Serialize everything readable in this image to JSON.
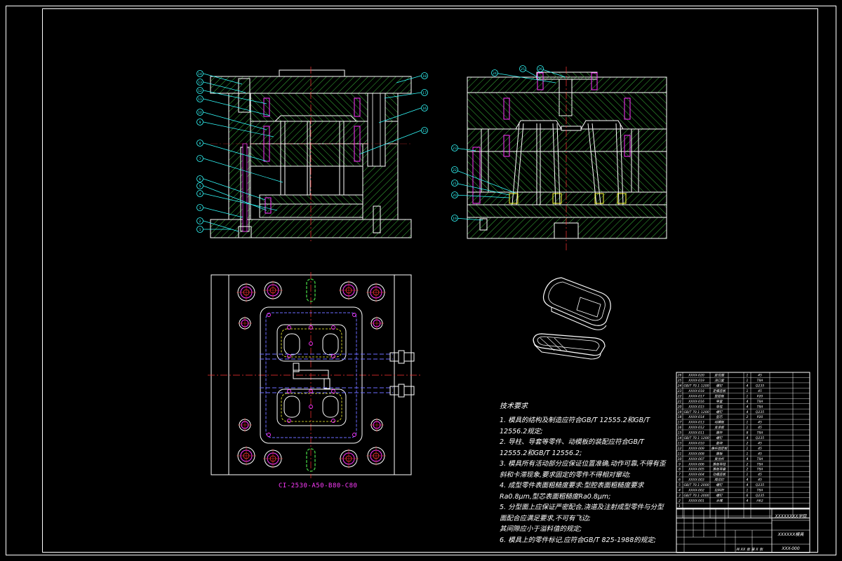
{
  "colors": {
    "background": "#000000",
    "frame": "#ffffff",
    "hatch": "#3ab53a",
    "hole": "#ff33ff",
    "label": "#33ffff",
    "centerline": "#ff3333",
    "hidden": "#6b6bff",
    "bolt": "#ffff33"
  },
  "front_section_callouts": [
    "1",
    "2",
    "3",
    "4",
    "5",
    "6",
    "7",
    "8",
    "9",
    "10",
    "11",
    "12",
    "13",
    "14",
    "15",
    "16",
    "17",
    "18"
  ],
  "side_section_callouts": [
    "19",
    "20",
    "21",
    "22",
    "23",
    "24",
    "25",
    "26"
  ],
  "mold_code": "CI-2530-A50-B80-C80",
  "technical_notes": {
    "title": "技术要求",
    "items": [
      "1. 模具的结构及制造应符合GB/T 12555.2和GB/T 12556.2规定;",
      "2. 导柱、导套等零件、动模板的装配应符合GB/T 12555.2和GB/T 12556.2;",
      "3. 模具所有活动部分应保证位置准确,动作可靠,不得有歪斜和卡滞现象,要求固定的零件不得相对窜动;",
      "4. 成型零件表面粗糙度要求:型腔表面粗糙度要求Ra0.8μm,型芯表面粗糙度Ra0.8μm;",
      "5. 分型面上应保证严密配合,浇道及注射成型零件与分型面配合应满足要求,不可有飞边;",
      "   其间隙应小于溢料值的规定;",
      "6. 模具上的零件标记,应符合GB/T 825-1988的规定;"
    ]
  },
  "bom_rows": [
    {
      "no": "26",
      "code": "XXXX-020",
      "name": "定位圈",
      "qty": "1",
      "mat": "45",
      "": ""
    },
    {
      "no": "25",
      "code": "XXXX-019",
      "name": "浇口套",
      "qty": "1",
      "mat": "T8A"
    },
    {
      "no": "24",
      "code": "GB/T 70.1-1200",
      "name": "螺钉",
      "qty": "4",
      "mat": "Q235"
    },
    {
      "no": "23",
      "code": "XXXX-018",
      "name": "定模座板",
      "qty": "1",
      "mat": "45"
    },
    {
      "no": "22",
      "code": "XXXX-017",
      "name": "型腔板",
      "qty": "1",
      "mat": "P20"
    },
    {
      "no": "21",
      "code": "XXXX-016",
      "name": "导套",
      "qty": "4",
      "mat": "T8A"
    },
    {
      "no": "20",
      "code": "XXXX-015",
      "name": "导柱",
      "qty": "4",
      "mat": "T8A"
    },
    {
      "no": "19",
      "code": "GB/T 70.1-1200",
      "name": "螺钉",
      "qty": "4",
      "mat": "Q235"
    },
    {
      "no": "18",
      "code": "XXXX-014",
      "name": "型芯",
      "qty": "2",
      "mat": "P20"
    },
    {
      "no": "17",
      "code": "XXXX-013",
      "name": "动模板",
      "qty": "1",
      "mat": "45"
    },
    {
      "no": "16",
      "code": "XXXX-012",
      "name": "支承板",
      "qty": "1",
      "mat": "45"
    },
    {
      "no": "15",
      "code": "XXXX-011",
      "name": "推杆",
      "qty": "8",
      "mat": "T8A"
    },
    {
      "no": "14",
      "code": "GB/T 70.1-1200",
      "name": "螺钉",
      "qty": "4",
      "mat": "Q235"
    },
    {
      "no": "13",
      "code": "XXXX-010",
      "name": "垫块",
      "qty": "2",
      "mat": "45"
    },
    {
      "no": "12",
      "code": "XXXX-009",
      "name": "推杆固定板",
      "qty": "1",
      "mat": "45"
    },
    {
      "no": "11",
      "code": "XXXX-008",
      "name": "推板",
      "qty": "1",
      "mat": "45"
    },
    {
      "no": "10",
      "code": "XXXX-007",
      "name": "复位杆",
      "qty": "4",
      "mat": "T8A"
    },
    {
      "no": "9",
      "code": "XXXX-006",
      "name": "推板导柱",
      "qty": "2",
      "mat": "T8A"
    },
    {
      "no": "8",
      "code": "XXXX-005",
      "name": "推板导套",
      "qty": "2",
      "mat": "T8A"
    },
    {
      "no": "7",
      "code": "XXXX-004",
      "name": "动模座板",
      "qty": "1",
      "mat": "45"
    },
    {
      "no": "6",
      "code": "XXXX-003",
      "name": "限位钉",
      "qty": "4",
      "mat": "45"
    },
    {
      "no": "5",
      "code": "GB/T 70.1-2000",
      "name": "螺钉",
      "qty": "4",
      "mat": "Q235"
    },
    {
      "no": "4",
      "code": "XXXX-002",
      "name": "拉料杆",
      "qty": "1",
      "mat": "T8A"
    },
    {
      "no": "3",
      "code": "GB/T 70.1-2000",
      "name": "螺钉",
      "qty": "6",
      "mat": "Q235"
    },
    {
      "no": "2",
      "code": "XXXX-001",
      "name": "水嘴",
      "qty": "4",
      "mat": "H62"
    },
    {
      "no": "1",
      "code": "",
      "name": "",
      "qty": "",
      "mat": ""
    }
  ],
  "title_block": {
    "company": "XXXXXXXX学院",
    "drawing_name": "XXXXXX模具",
    "drawing_no": "XXX-000",
    "sheet": "共 XX 张  第 X 张"
  }
}
